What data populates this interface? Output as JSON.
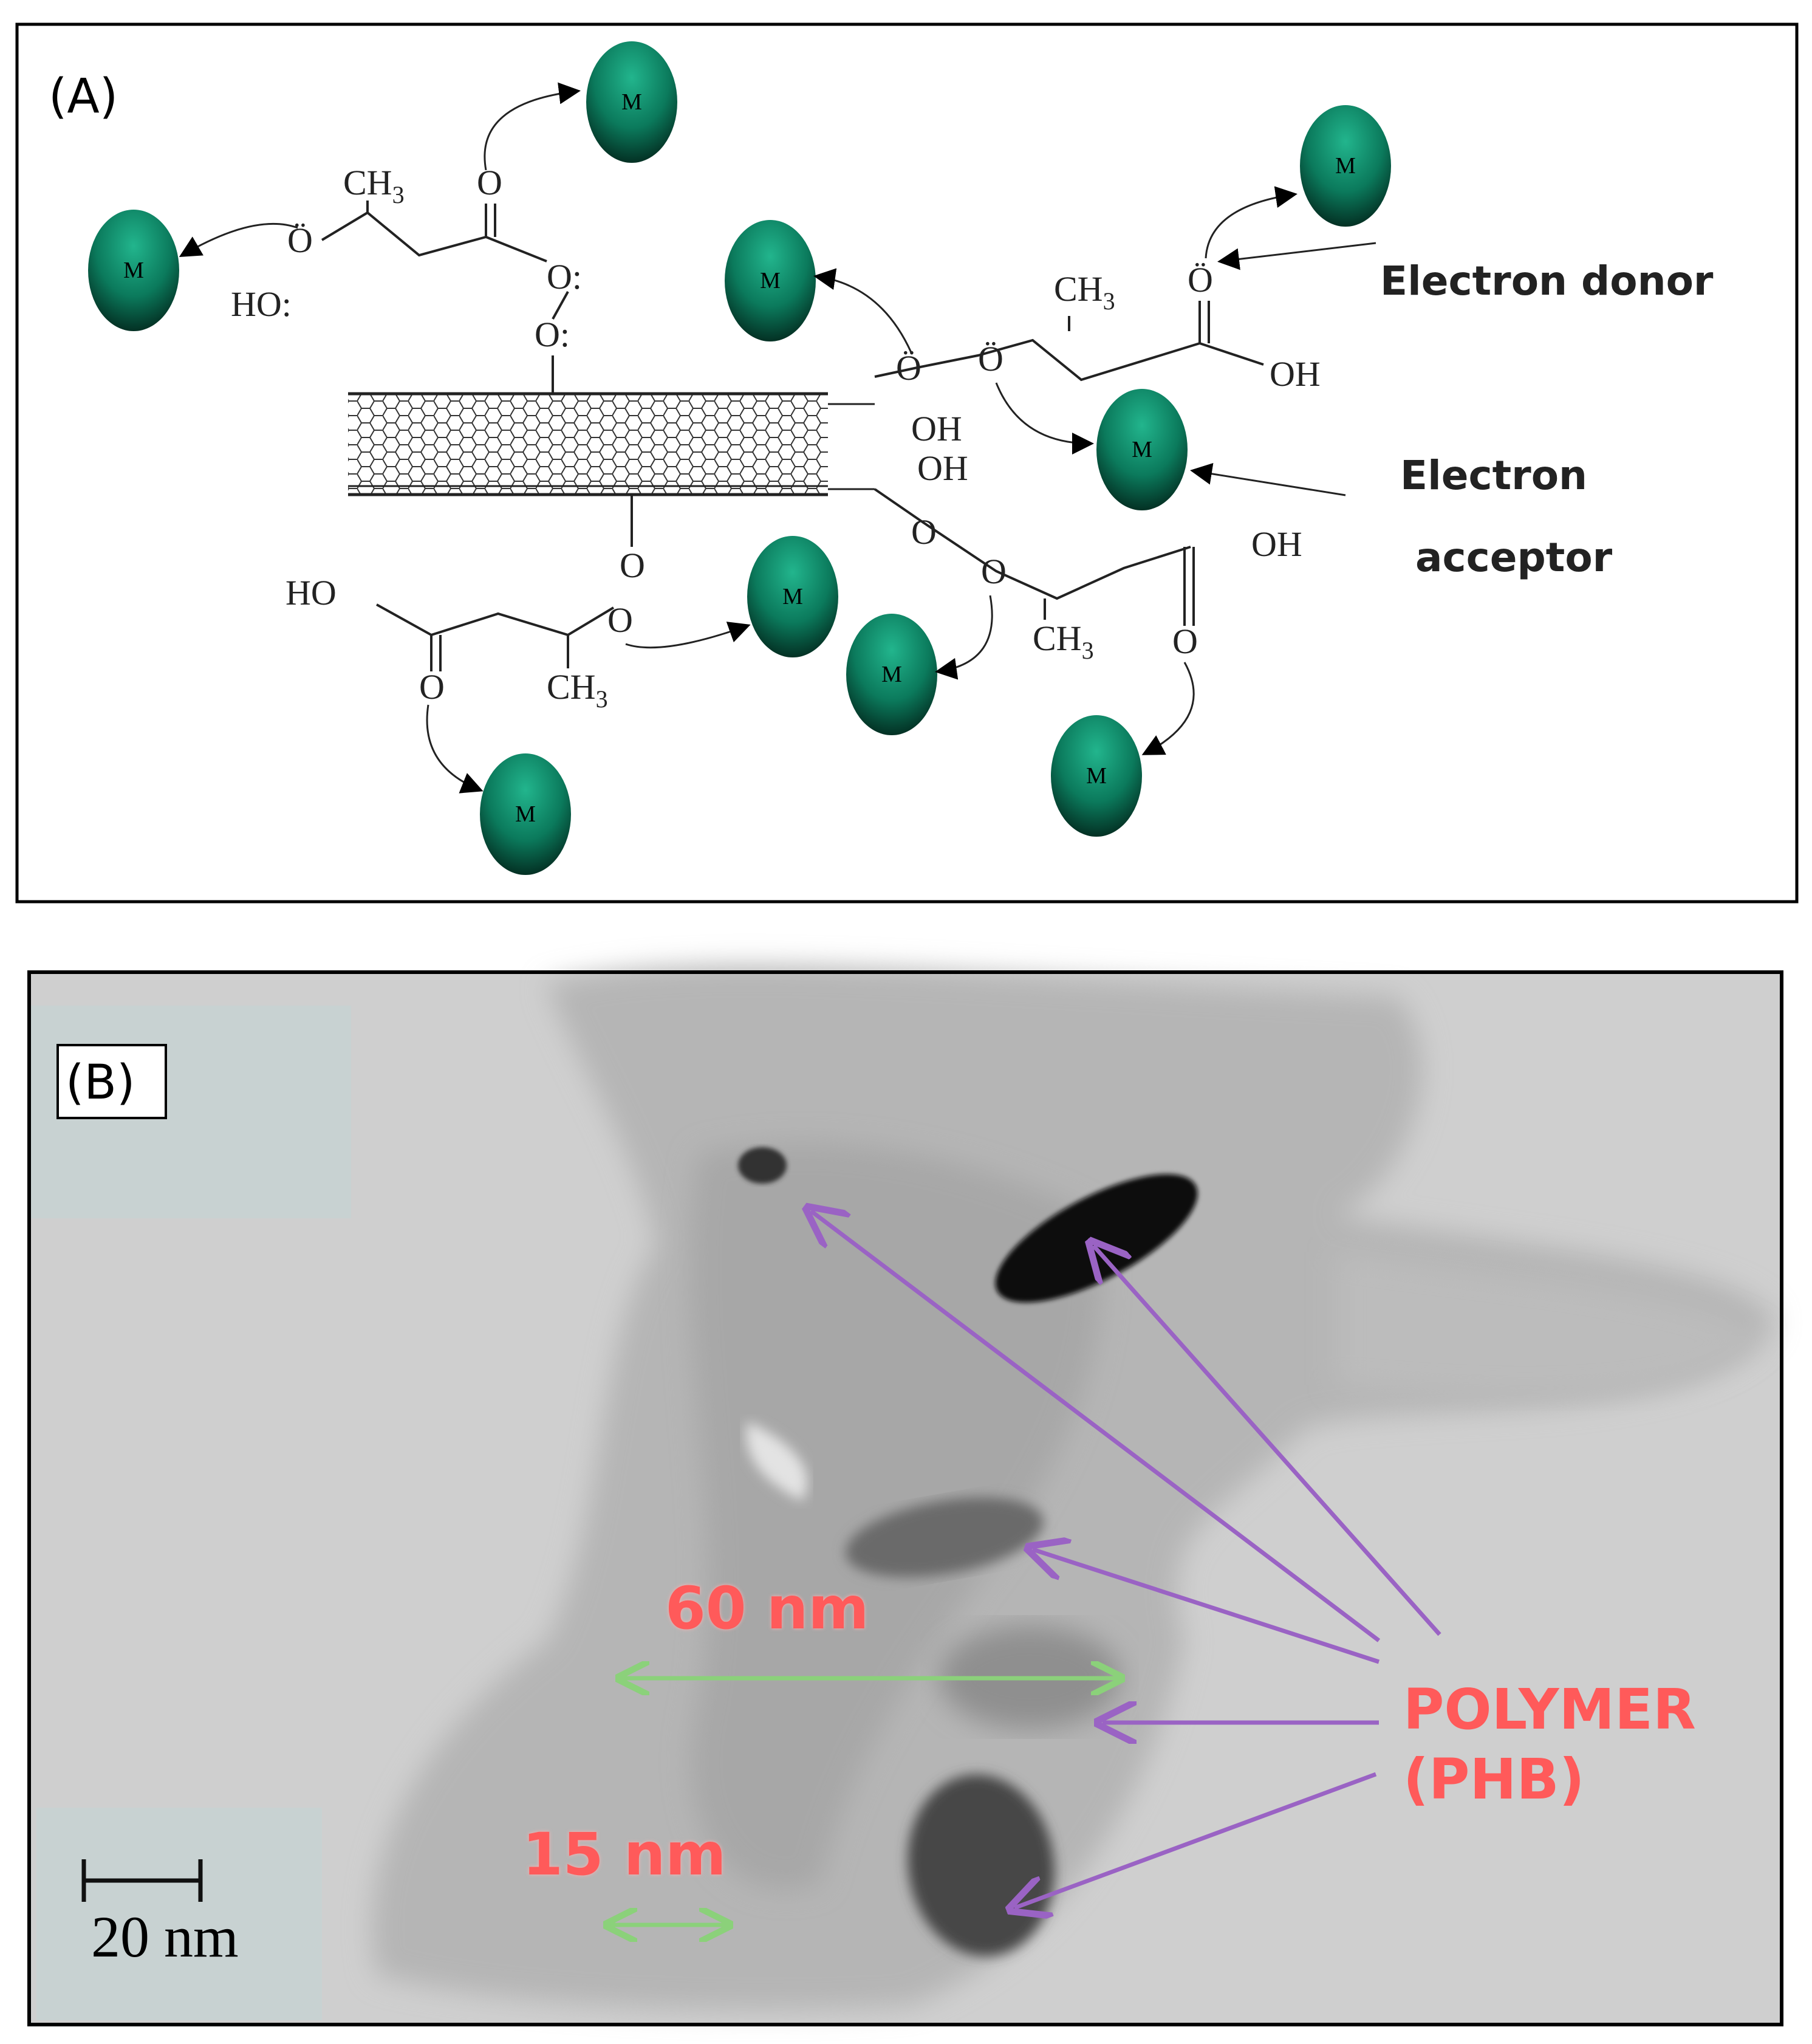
{
  "panel_a": {
    "label": "(A)",
    "metal_label": "M",
    "annotations": {
      "donor": "Electron donor",
      "acceptor_line1": "Electron",
      "acceptor_line2": "acceptor"
    },
    "chem": {
      "ch3": "CH",
      "sub3": "3",
      "oh": "OH",
      "ho": "HO",
      "ho_colon": "HO:",
      "o": "O",
      "o_colon": "O:",
      "o_dot": "Ö"
    }
  },
  "panel_b": {
    "label": "(B)",
    "measure_60": "60 nm",
    "measure_15": "15 nm",
    "scale_bar": "20 nm",
    "polymer_line1": "POLYMER",
    "polymer_line2": "(PHB)"
  },
  "colors": {
    "metal": "#0e8a6a",
    "metal_dark": "#03261c",
    "arrow_purple": "#9a63c4",
    "measure_red": "#ff5a5a",
    "measure_green": "#8bd17a",
    "tem_background": "#cfcfcf",
    "inset_box": "#c8d2d2"
  }
}
